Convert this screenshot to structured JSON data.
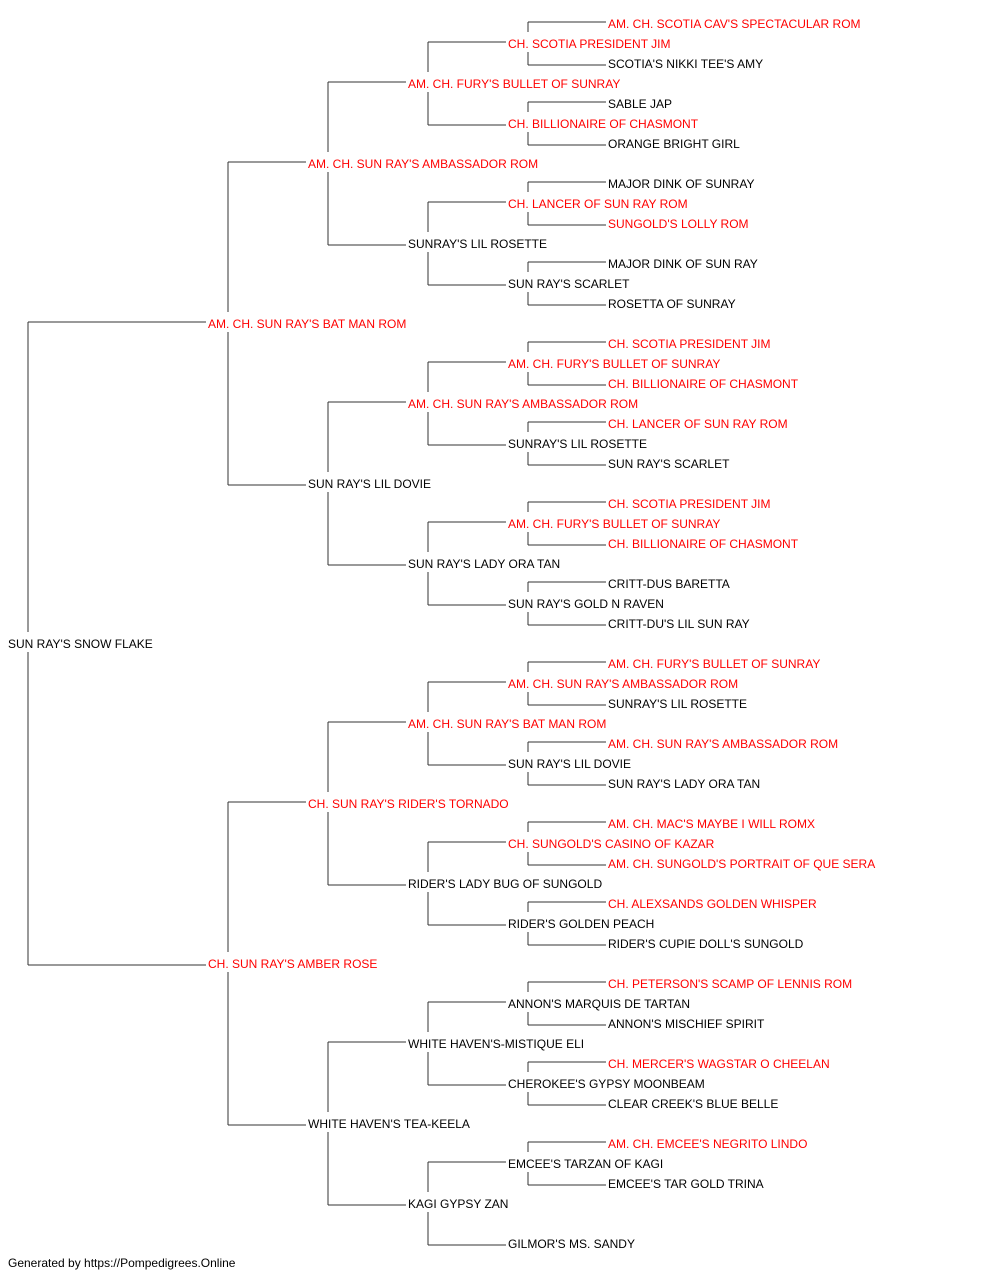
{
  "colors": {
    "champion": "#ff0000",
    "normal": "#000000",
    "connector": "#333333"
  },
  "pedigree": [
    {
      "name": "SUN RAY'S SNOW FLAKE",
      "champion": false
    },
    {
      "name": "AM. CH. SUN RAY'S BAT MAN ROM",
      "champion": true
    },
    {
      "name": "CH. SUN RAY'S AMBER ROSE",
      "champion": true
    },
    {
      "name": "AM. CH. SUN RAY'S AMBASSADOR ROM",
      "champion": true
    },
    {
      "name": "SUN RAY'S LIL DOVIE",
      "champion": false
    },
    {
      "name": "CH. SUN RAY'S RIDER'S TORNADO",
      "champion": true
    },
    {
      "name": "WHITE HAVEN'S TEA-KEELA",
      "champion": false
    },
    {
      "name": "AM. CH. FURY'S BULLET OF SUNRAY",
      "champion": true
    },
    {
      "name": "SUNRAY'S LIL ROSETTE",
      "champion": false
    },
    {
      "name": "AM. CH. SUN RAY'S AMBASSADOR ROM",
      "champion": true
    },
    {
      "name": "SUN RAY'S LADY ORA TAN",
      "champion": false
    },
    {
      "name": "AM. CH. SUN RAY'S BAT MAN ROM",
      "champion": true
    },
    {
      "name": "RIDER'S LADY BUG OF SUNGOLD",
      "champion": false
    },
    {
      "name": "WHITE HAVEN'S-MISTIQUE ELI",
      "champion": false
    },
    {
      "name": "KAGI GYPSY ZAN",
      "champion": false
    },
    {
      "name": "CH. SCOTIA PRESIDENT JIM",
      "champion": true
    },
    {
      "name": "CH. BILLIONAIRE OF CHASMONT",
      "champion": true
    },
    {
      "name": "CH. LANCER OF SUN RAY ROM",
      "champion": true
    },
    {
      "name": "SUN RAY'S SCARLET",
      "champion": false
    },
    {
      "name": "AM. CH. FURY'S BULLET OF SUNRAY",
      "champion": true
    },
    {
      "name": "SUNRAY'S LIL ROSETTE",
      "champion": false
    },
    {
      "name": "AM. CH. FURY'S BULLET OF SUNRAY",
      "champion": true
    },
    {
      "name": "SUN RAY'S GOLD N RAVEN",
      "champion": false
    },
    {
      "name": "AM. CH. SUN RAY'S AMBASSADOR ROM",
      "champion": true
    },
    {
      "name": "SUN RAY'S LIL DOVIE",
      "champion": false
    },
    {
      "name": "CH. SUNGOLD'S CASINO OF KAZAR",
      "champion": true
    },
    {
      "name": "RIDER'S GOLDEN PEACH",
      "champion": false
    },
    {
      "name": "ANNON'S MARQUIS DE TARTAN",
      "champion": false
    },
    {
      "name": "CHEROKEE'S GYPSY MOONBEAM",
      "champion": false
    },
    {
      "name": "EMCEE'S TARZAN OF KAGI",
      "champion": false
    },
    {
      "name": "GILMOR'S MS. SANDY",
      "champion": false
    },
    {
      "name": "AM. CH. SCOTIA CAV'S SPECTACULAR ROM",
      "champion": true
    },
    {
      "name": "SCOTIA'S NIKKI TEE'S AMY",
      "champion": false
    },
    {
      "name": "SABLE JAP",
      "champion": false
    },
    {
      "name": "ORANGE BRIGHT GIRL",
      "champion": false
    },
    {
      "name": "MAJOR DINK OF SUNRAY",
      "champion": false
    },
    {
      "name": "SUNGOLD'S LOLLY ROM",
      "champion": true
    },
    {
      "name": "MAJOR DINK OF SUN RAY",
      "champion": false
    },
    {
      "name": "ROSETTA OF SUNRAY",
      "champion": false
    },
    {
      "name": "CH. SCOTIA PRESIDENT JIM",
      "champion": true
    },
    {
      "name": "CH. BILLIONAIRE OF CHASMONT",
      "champion": true
    },
    {
      "name": "CH. LANCER OF SUN RAY ROM",
      "champion": true
    },
    {
      "name": "SUN RAY'S SCARLET",
      "champion": false
    },
    {
      "name": "CH. SCOTIA PRESIDENT JIM",
      "champion": true
    },
    {
      "name": "CH. BILLIONAIRE OF CHASMONT",
      "champion": true
    },
    {
      "name": "CRITT-DUS BARETTA",
      "champion": false
    },
    {
      "name": "CRITT-DU'S LIL SUN RAY",
      "champion": false
    },
    {
      "name": "AM. CH. FURY'S BULLET OF SUNRAY",
      "champion": true
    },
    {
      "name": "SUNRAY'S LIL ROSETTE",
      "champion": false
    },
    {
      "name": "AM. CH. SUN RAY'S AMBASSADOR ROM",
      "champion": true
    },
    {
      "name": "SUN RAY'S LADY ORA TAN",
      "champion": false
    },
    {
      "name": "AM. CH. MAC'S MAYBE I WILL ROMX",
      "champion": true
    },
    {
      "name": "AM. CH. SUNGOLD'S PORTRAIT OF QUE SERA",
      "champion": true
    },
    {
      "name": "CH. ALEXSANDS GOLDEN WHISPER",
      "champion": true
    },
    {
      "name": "RIDER'S CUPIE DOLL'S SUNGOLD",
      "champion": false
    },
    {
      "name": "CH. PETERSON'S SCAMP OF LENNIS ROM",
      "champion": true
    },
    {
      "name": "ANNON'S MISCHIEF SPIRIT",
      "champion": false
    },
    {
      "name": "CH. MERCER'S WAGSTAR O CHEELAN",
      "champion": true
    },
    {
      "name": "CLEAR CREEK'S BLUE BELLE",
      "champion": false
    },
    {
      "name": "AM. CH. EMCEE'S NEGRITO LINDO",
      "champion": true
    },
    {
      "name": "EMCEE'S TAR GOLD TRINA",
      "champion": false
    },
    {
      "name": "",
      "champion": false
    },
    {
      "name": "",
      "champion": false
    }
  ],
  "footer": "Generated by https://Pompedigrees.Online"
}
